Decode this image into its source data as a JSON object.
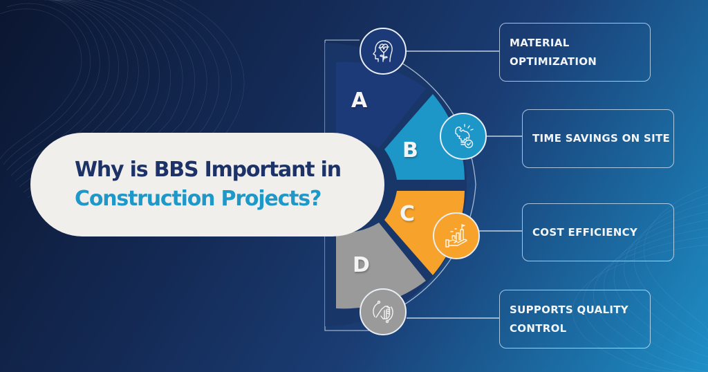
{
  "title": {
    "line1": "Why is BBS Important in",
    "line2": "Construction Projects?"
  },
  "colors": {
    "title_primary": "#1d3368",
    "title_secondary": "#1e98c9",
    "segment_a": "#1d3a78",
    "segment_b": "#1d97c8",
    "segment_c": "#f7a22a",
    "segment_d": "#9a9a9a",
    "pill_background": "#f1efec"
  },
  "segments": [
    {
      "letter": "A",
      "label": "MATERIAL\nOPTIMIZATION",
      "icon": "head-heart-growth-icon"
    },
    {
      "letter": "B",
      "label": "TIME SAVINGS ON SITE",
      "icon": "puzzle-lightbulb-check-icon"
    },
    {
      "letter": "C",
      "label": "COST EFFICIENCY",
      "icon": "hand-growth-steps-icon"
    },
    {
      "letter": "D",
      "label": "SUPPORTS QUALITY\nCONTROL",
      "icon": "handshake-cycle-icon"
    }
  ]
}
